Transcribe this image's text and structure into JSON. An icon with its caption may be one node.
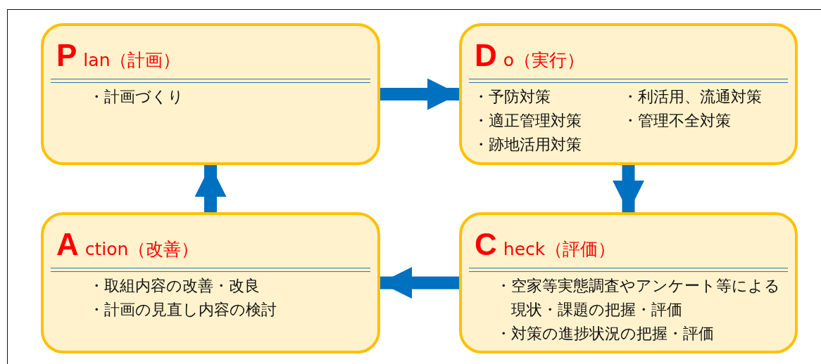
{
  "diagram": {
    "nodes": [
      {
        "text": [
          "Plan（計画）",
          "・計画づくり"
        ]
      },
      {
        "text": [
          "Do（実行）",
          "・予防対策",
          "・適正管理対策",
          "・跡地活用対策",
          "・利活用、流通対策",
          "・管理不全対策"
        ]
      },
      {
        "text": [
          "Check（評価）",
          "・空家等実態調査やアンケート等による現状・課題の把握・評価",
          "・対策の進捗状況の把握・評価"
        ]
      },
      {
        "text": [
          "Action（改善）",
          "・取組内容の改善・改良",
          "・計画の見直し内容の検討"
        ]
      }
    ],
    "edges": [
      {
        "from": 0,
        "to": 1,
        "arrow": "to"
      },
      {
        "from": 1,
        "to": 2,
        "arrow": "to"
      },
      {
        "from": 2,
        "to": 3,
        "arrow": "to"
      },
      {
        "from": 3,
        "to": 0,
        "arrow": "to"
      }
    ]
  }
}
